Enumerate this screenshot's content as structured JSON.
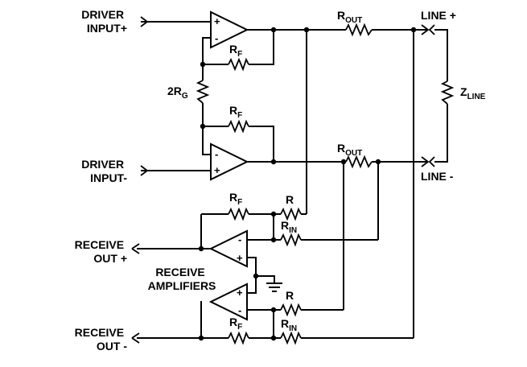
{
  "labels": {
    "driver_input_pos": [
      "DRIVER",
      "INPUT+"
    ],
    "driver_input_neg": [
      "DRIVER",
      "INPUT-"
    ],
    "receive_out_pos": [
      "RECEIVE",
      "OUT +"
    ],
    "receive_out_neg": [
      "RECEIVE",
      "OUT -"
    ],
    "receive_amplifiers": [
      "RECEIVE",
      "AMPLIFIERS"
    ],
    "line_pos": "LINE +",
    "line_neg": "LINE -"
  },
  "components": {
    "rout_top": {
      "main": "R",
      "sub": "OUT"
    },
    "rout_bot": {
      "main": "R",
      "sub": "OUT"
    },
    "rf_drv_top": {
      "main": "R",
      "sub": "F"
    },
    "rf_drv_bot": {
      "main": "R",
      "sub": "F"
    },
    "rg": {
      "pre": "2R",
      "sub": "G"
    },
    "zline": {
      "main": "Z",
      "sub": "LINE"
    },
    "rf_rx_top": {
      "main": "R",
      "sub": "F"
    },
    "r_rx_top": {
      "main": "R"
    },
    "rin_rx_top": {
      "main": "R",
      "sub": "IN"
    },
    "r_rx_bot": {
      "main": "R"
    },
    "rf_rx_bot": {
      "main": "R",
      "sub": "F"
    },
    "rin_rx_bot": {
      "main": "R",
      "sub": "IN"
    }
  },
  "opamp_pins": {
    "plus": "+",
    "minus": "-"
  }
}
